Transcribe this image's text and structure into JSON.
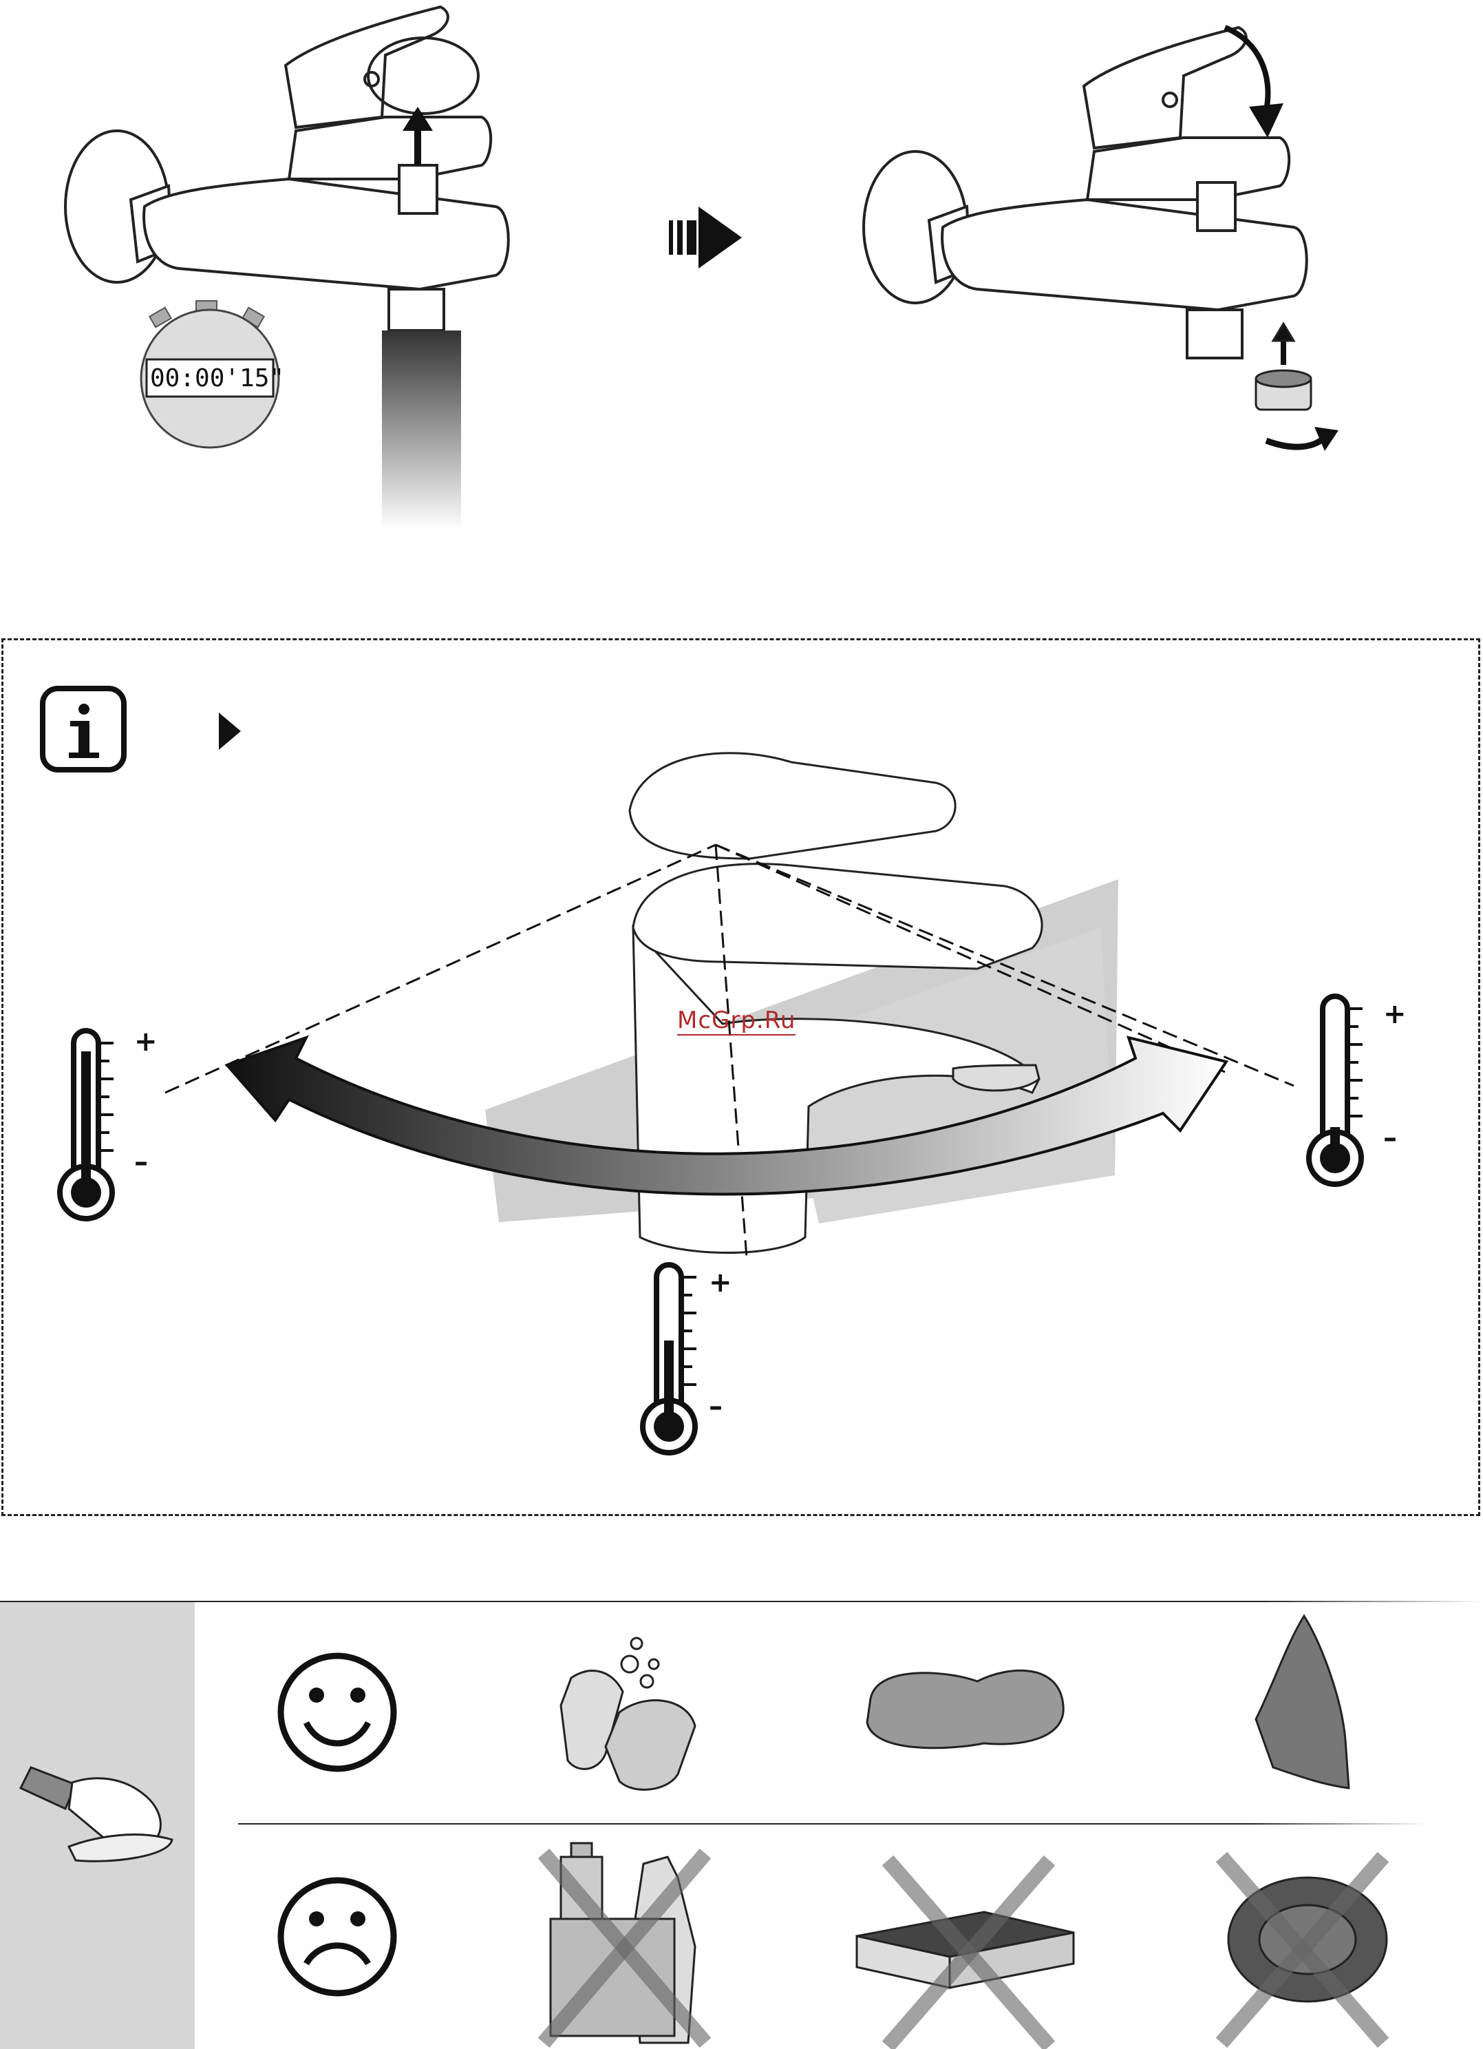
{
  "stopwatch": {
    "display": "00:00'15\""
  },
  "watermark": {
    "text": "McGrp.Ru"
  },
  "info_box": {
    "icon": "info-icon",
    "pointer": "triangle-pointer-icon"
  },
  "thermometers": [
    {
      "position": "left",
      "plus": "+",
      "minus": "–",
      "level_fraction": 0.95
    },
    {
      "position": "right",
      "plus": "+",
      "minus": "–",
      "level_fraction": 0.15
    },
    {
      "position": "center",
      "plus": "+",
      "minus": "–",
      "level_fraction": 0.55
    }
  ],
  "cleaning": {
    "recommended": [
      "smiley-face-icon",
      "soap-bars-icon",
      "soft-sponge-icon",
      "microfiber-cloth-icon"
    ],
    "not_recommended": [
      "sad-face-icon",
      "chemical-cleaners-crossed-icon",
      "scouring-pad-crossed-icon",
      "steel-wool-crossed-icon"
    ],
    "side_icon": "hand-wiping-cloth-icon"
  }
}
